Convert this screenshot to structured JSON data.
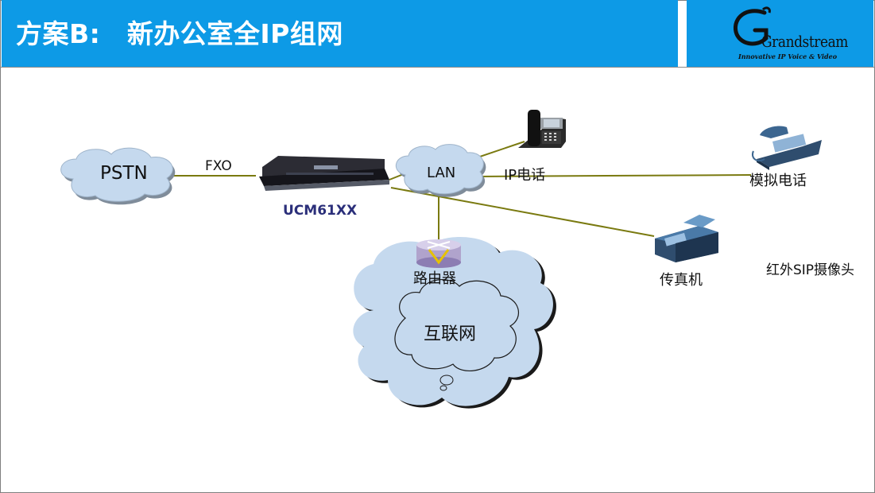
{
  "header": {
    "title": "方案B:　新办公室全IP组网",
    "logo_text": "Grandstream",
    "logo_tagline": "Innovative IP Voice & Video"
  },
  "diagram": {
    "pstn_label": "PSTN",
    "fxo_label": "FXO",
    "ucm_label": "UCM61XX",
    "lan_label": "LAN",
    "ip_phone_label": "IP电话",
    "analog_phone_label": "模拟电话",
    "fax_label": "传真机",
    "camera_label": "红外SIP摄像头",
    "router_label": "路由器",
    "internet_label": "互联网"
  },
  "colors": {
    "header_blue": "#0d9ae6",
    "link_line": "#7a7a10",
    "cloud_fill": "#c5d9ee",
    "ucm_label": "#2b2f7a"
  }
}
